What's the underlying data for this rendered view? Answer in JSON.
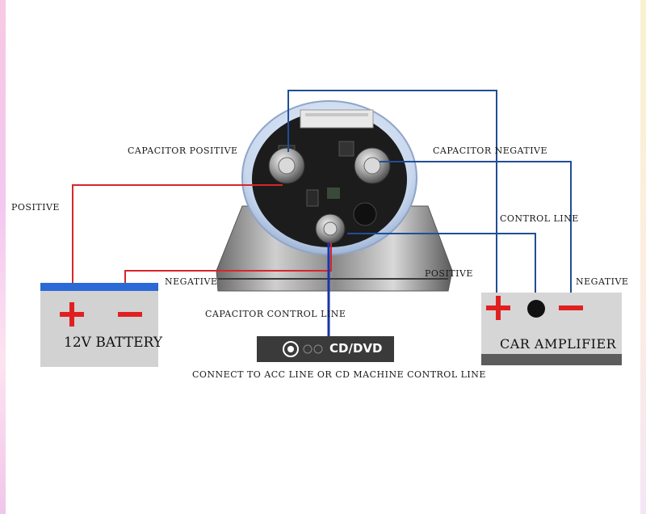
{
  "labels": {
    "capacitor_positive": "CAPACITOR POSITIVE",
    "capacitor_negative": "CAPACITOR NEGATIVE",
    "positive_left": "POSITIVE",
    "negative_left": "NEGATIVE",
    "control_line": "CONTROL LINE",
    "positive_right": "POSITIVE",
    "negative_right": "NEGATIVE",
    "capacitor_control_line": "CAPACITOR CONTROL LINE",
    "connect_note": "CONNECT TO ACC LINE OR CD MACHINE CONTROL LINE"
  },
  "battery": {
    "label": "12V BATTERY",
    "plus": "+",
    "minus": "−"
  },
  "amplifier": {
    "label": "CAR AMPLIFIER",
    "plus": "+",
    "minus": "−"
  },
  "cd_unit": {
    "label": "CD/DVD"
  },
  "colors": {
    "wire_red": "#d7262a",
    "wire_blue": "#1f4f96",
    "wire_dark_blue": "#1a34a8",
    "symbol_red": "#e02020",
    "battery_body": "#d2d2d2",
    "battery_top": "#2b6ad6",
    "cd_body": "#3a3a3a"
  }
}
